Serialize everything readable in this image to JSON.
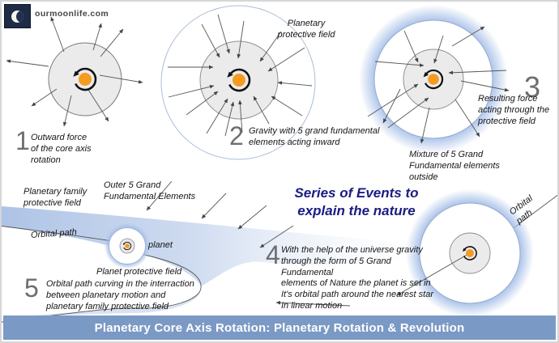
{
  "logo": {
    "site": "ourmoonlife.com",
    "moon_icon": "half-moon"
  },
  "heading": {
    "series_text": "Series of Events to\nexplain the nature",
    "color": "#1b1b82"
  },
  "steps": [
    {
      "num": "1",
      "text": "Outward force\nof the core axis\nrotation"
    },
    {
      "num": "2",
      "text": "Gravity with 5 grand fundamental\nelements acting inward"
    },
    {
      "num": "3",
      "text": "Resulting force\nacting through the\nprotective field"
    },
    {
      "num": "4",
      "text": "With the help of the universe gravity\nthrough the form of 5 Grand Fundamental\nelements of Nature the planet is set in\nIt's orbital path around the nearest star\nIn linear motion"
    },
    {
      "num": "5",
      "text": "Orbital path curving in the interraction\nbetween planetary motion and\nplanetary family protective field"
    }
  ],
  "labels": {
    "planetary_protective_field": "Planetary\nprotective field",
    "mixture_outside": "Mixture of 5 Grand\nFundamental elements\noutside",
    "planetary_family_field": "Planetary family\nprotective field",
    "orbital_path_left": "Orbital path",
    "outer_elements": "Outer 5 Grand\nFundamental Elements",
    "planet": "planet",
    "planet_protective_field": "Planet protective field",
    "orbital_path_right": "Orbital path"
  },
  "banner": {
    "title": "Planetary Core Axis Rotation: Planetary Rotation & Revolution",
    "bg": "#7b99c5",
    "fg": "#ffffff"
  },
  "icons": {
    "rotation_icon": "counterclockwise-core-rotation",
    "arrow_icon": "thin-gray-arrow"
  },
  "colors": {
    "core_orange": "#F59B22",
    "planet_gray": "#ebebeb",
    "field_blue": "#a6bfe8",
    "band_blue": "#a9c0e4",
    "heading_navy": "#1b1b82"
  }
}
